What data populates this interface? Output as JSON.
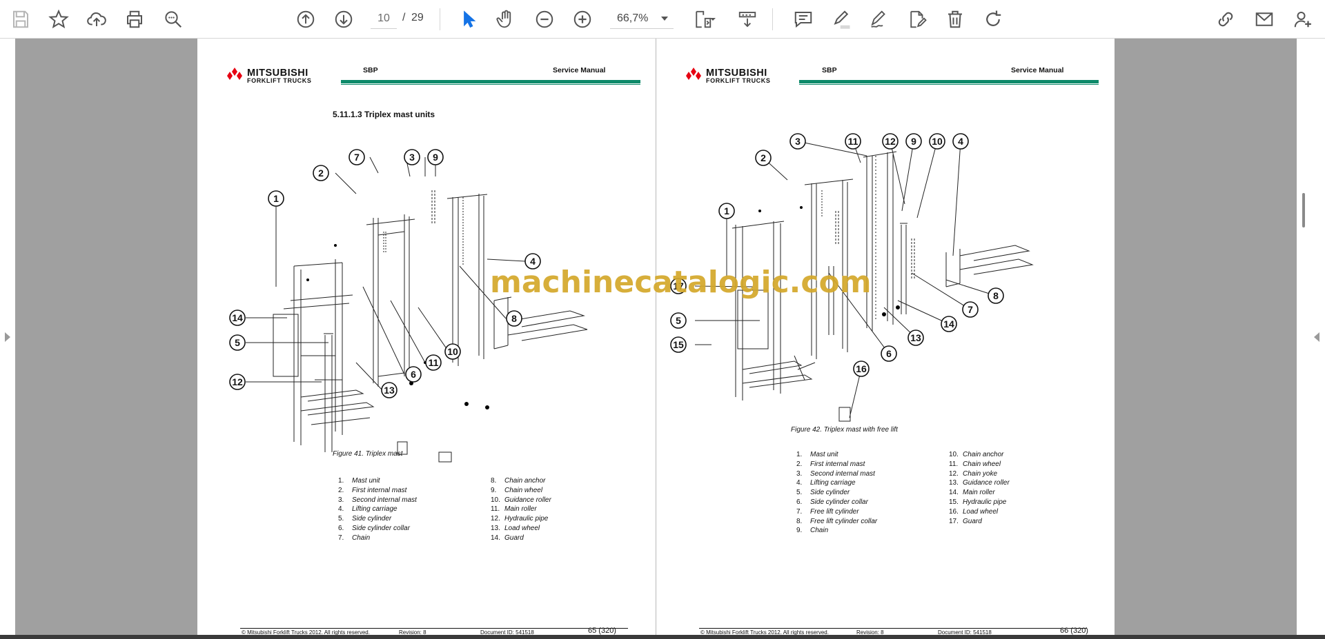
{
  "toolbar": {
    "page_current": "10",
    "page_separator": "/",
    "page_total": "29",
    "zoom": "66,7%",
    "icons": [
      "save-icon",
      "bookmark-star-icon",
      "upload-cloud-icon",
      "print-icon",
      "zoom-search-icon",
      "page-up-icon",
      "page-down-icon",
      "select-cursor-icon",
      "hand-tool-icon",
      "zoom-out-icon",
      "zoom-in-icon",
      "fit-page-icon",
      "scroll-mode-icon",
      "comment-icon",
      "highlight-pen-icon",
      "sign-pen-icon",
      "edit-text-icon",
      "delete-icon",
      "rotate-icon",
      "link-share-icon",
      "email-icon",
      "add-user-icon"
    ],
    "accent_color": "#1473e6"
  },
  "watermark": "machinecatalogic.com",
  "pages": {
    "left": {
      "brand": "MITSUBISHI",
      "brand_sub": "FORKLIFT TRUCKS",
      "header_code": "SBP",
      "header_title": "Service Manual",
      "section_title": "5.11.1.3 Triplex mast units",
      "caption": "Figure 41. Triplex mast",
      "callouts": [
        "1",
        "2",
        "3",
        "4",
        "5",
        "6",
        "7",
        "8",
        "9",
        "10",
        "11",
        "12",
        "13",
        "14"
      ],
      "legend_col1": [
        {
          "n": "1.",
          "t": "Mast unit"
        },
        {
          "n": "2.",
          "t": "First internal mast"
        },
        {
          "n": "3.",
          "t": "Second internal mast"
        },
        {
          "n": "4.",
          "t": "Lifting carriage"
        },
        {
          "n": "5.",
          "t": "Side cylinder"
        },
        {
          "n": "6.",
          "t": "Side cylinder collar"
        },
        {
          "n": "7.",
          "t": "Chain"
        }
      ],
      "legend_col2": [
        {
          "n": "8.",
          "t": "Chain anchor"
        },
        {
          "n": "9.",
          "t": "Chain wheel"
        },
        {
          "n": "10.",
          "t": "Guidance roller"
        },
        {
          "n": "11.",
          "t": "Main roller"
        },
        {
          "n": "12.",
          "t": "Hydraulic pipe"
        },
        {
          "n": "13.",
          "t": "Load wheel"
        },
        {
          "n": "14.",
          "t": "Guard"
        }
      ],
      "footer_copyright": "© Mitsubishi Forklift Trucks 2012. All rights reserved.",
      "footer_revision": "Revision: 8",
      "footer_docid": "Document ID: 541518",
      "footer_page": "65 (320)"
    },
    "right": {
      "brand": "MITSUBISHI",
      "brand_sub": "FORKLIFT TRUCKS",
      "header_code": "SBP",
      "header_title": "Service Manual",
      "caption": "Figure 42. Triplex mast with free lift",
      "callouts": [
        "1",
        "2",
        "3",
        "4",
        "5",
        "6",
        "7",
        "8",
        "9",
        "10",
        "11",
        "12",
        "13",
        "14",
        "15",
        "16",
        "17"
      ],
      "legend_col1": [
        {
          "n": "1.",
          "t": "Mast unit"
        },
        {
          "n": "2.",
          "t": "First internal mast"
        },
        {
          "n": "3.",
          "t": "Second internal mast"
        },
        {
          "n": "4.",
          "t": "Lifting carriage"
        },
        {
          "n": "5.",
          "t": "Side cylinder"
        },
        {
          "n": "6.",
          "t": "Side cylinder collar"
        },
        {
          "n": "7.",
          "t": "Free lift cylinder"
        },
        {
          "n": "8.",
          "t": "Free lift cylinder collar"
        },
        {
          "n": "9.",
          "t": "Chain"
        }
      ],
      "legend_col2": [
        {
          "n": "10.",
          "t": "Chain anchor"
        },
        {
          "n": "11.",
          "t": "Chain wheel"
        },
        {
          "n": "12.",
          "t": "Chain yoke"
        },
        {
          "n": "13.",
          "t": "Guidance roller"
        },
        {
          "n": "14.",
          "t": "Main roller"
        },
        {
          "n": "15.",
          "t": "Hydraulic pipe"
        },
        {
          "n": "16.",
          "t": "Load wheel"
        },
        {
          "n": "17.",
          "t": "Guard"
        }
      ],
      "footer_copyright": "© Mitsubishi Forklift Trucks 2012. All rights reserved.",
      "footer_revision": "Revision: 8",
      "footer_docid": "Document ID: 541518",
      "footer_page": "66 (320)"
    }
  }
}
